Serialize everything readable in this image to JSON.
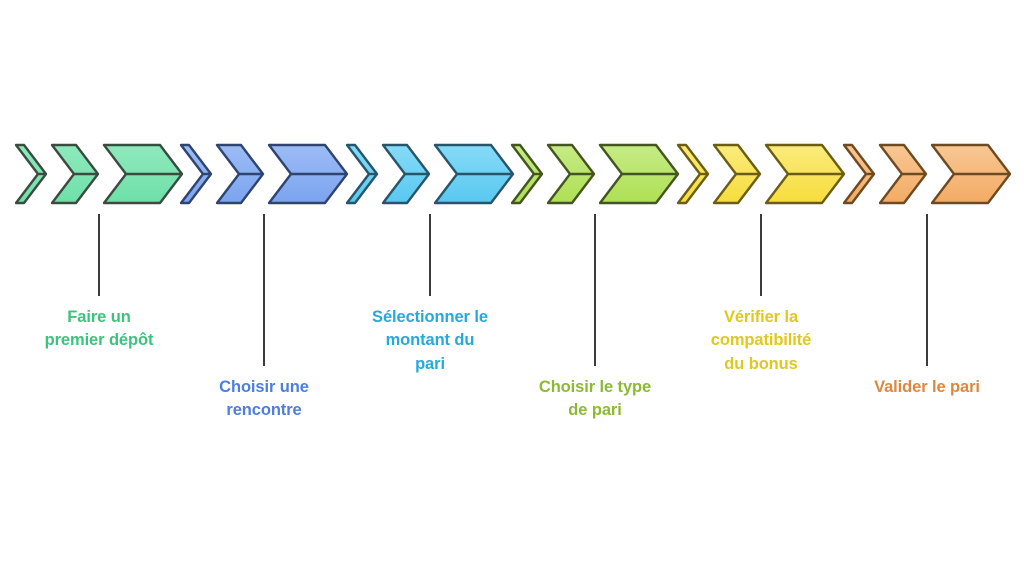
{
  "diagram": {
    "type": "chevron-process-flow",
    "background_color": "#ffffff",
    "orientation": "horizontal",
    "connector_color": "#3c3c3c",
    "chevron_outline_color": "#3d4a3f",
    "steps": [
      {
        "index": 1,
        "label": "Faire un premier dépôt",
        "label_lines": [
          "Faire un",
          "premier dépôt"
        ],
        "text_color": "#3cc47c",
        "fill_color": "#6ee0a8",
        "fill_color_light": "#8fe9bd",
        "outline_color": "#3a4b40",
        "position": "upper"
      },
      {
        "index": 2,
        "label": "Choisir une rencontre",
        "label_lines": [
          "Choisir une",
          "rencontre"
        ],
        "text_color": "#4d7ee0",
        "fill_color": "#7ba4ef",
        "fill_color_light": "#9dbcf5",
        "outline_color": "#2f4470",
        "position": "lower"
      },
      {
        "index": 3,
        "label": "Sélectionner le montant du pari",
        "label_lines": [
          "Sélectionner le",
          "montant du",
          "pari"
        ],
        "text_color": "#25aada",
        "fill_color": "#58c8f0",
        "fill_color_light": "#87dbf7",
        "outline_color": "#27556b",
        "position": "upper"
      },
      {
        "index": 4,
        "label": "Choisir le type de pari",
        "label_lines": [
          "Choisir le type",
          "de pari"
        ],
        "text_color": "#8cba35",
        "fill_color": "#aee054",
        "fill_color_light": "#c6eb86",
        "outline_color": "#44551f",
        "position": "lower"
      },
      {
        "index": 5,
        "label": "Vérifier la compatibilité du bonus",
        "label_lines": [
          "Vérifier la",
          "compatibilité",
          "du bonus"
        ],
        "text_color": "#e0c81e",
        "fill_color": "#f7dd3c",
        "fill_color_light": "#fbeb7d",
        "outline_color": "#6b5d12",
        "position": "upper"
      },
      {
        "index": 6,
        "label": "Valider le pari",
        "label_lines": [
          "Valider le pari"
        ],
        "text_color": "#dd8840",
        "fill_color": "#f3ab63",
        "fill_color_light": "#f8c795",
        "outline_color": "#6e4a20",
        "position": "lower"
      }
    ]
  }
}
